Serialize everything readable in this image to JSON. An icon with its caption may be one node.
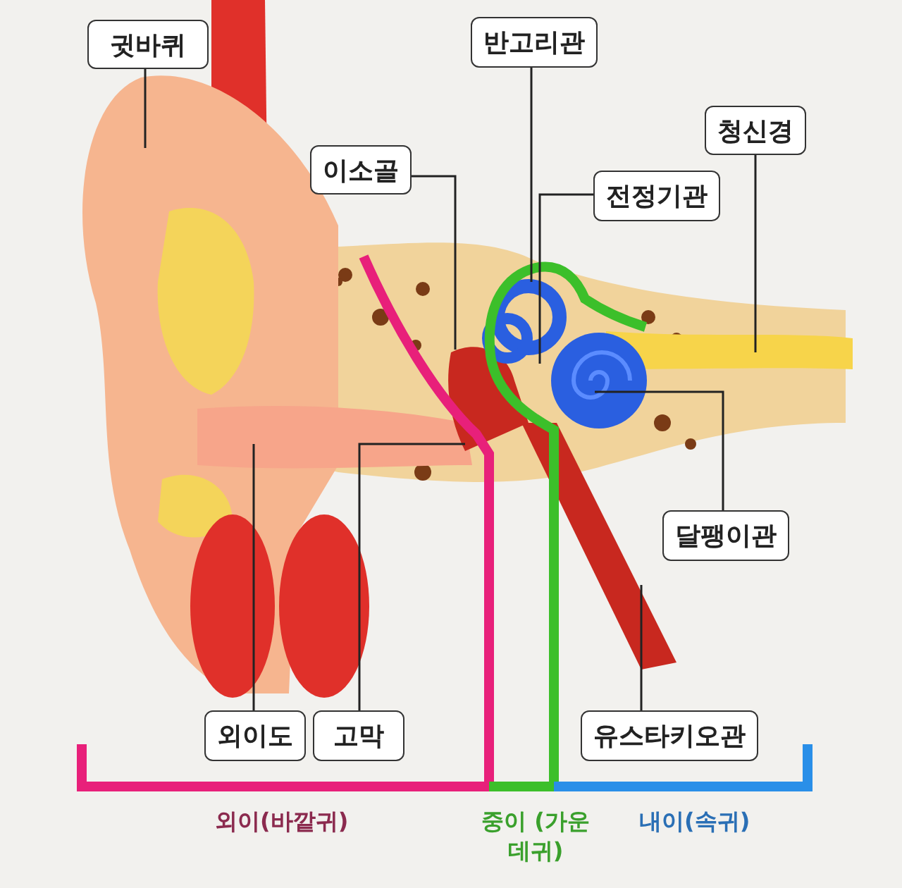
{
  "diagram": {
    "nodes": [
      {
        "text": [
          "귓바퀴"
        ]
      },
      {
        "text": [
          "반고리관"
        ]
      },
      {
        "text": [
          "청신경"
        ]
      },
      {
        "text": [
          "이소골"
        ]
      },
      {
        "text": [
          "전정기관"
        ]
      },
      {
        "text": [
          "달팽이관"
        ]
      },
      {
        "text": [
          "외이도"
        ]
      },
      {
        "text": [
          "고막"
        ]
      },
      {
        "text": [
          "유스타키오관"
        ]
      }
    ],
    "edges": [
      {
        "from": 0,
        "to": null,
        "arrow": "none"
      },
      {
        "from": 1,
        "to": null,
        "arrow": "none"
      },
      {
        "from": 2,
        "to": null,
        "arrow": "none"
      },
      {
        "from": 3,
        "to": null,
        "arrow": "none"
      },
      {
        "from": 4,
        "to": null,
        "arrow": "none"
      },
      {
        "from": 5,
        "to": null,
        "arrow": "none"
      },
      {
        "from": 6,
        "to": null,
        "arrow": "none"
      },
      {
        "from": 7,
        "to": null,
        "arrow": "none"
      },
      {
        "from": 8,
        "to": null,
        "arrow": "none"
      }
    ],
    "labels": [
      "외이(바깥귀)",
      "중이 (가운데귀)",
      "내이(속귀)"
    ]
  }
}
